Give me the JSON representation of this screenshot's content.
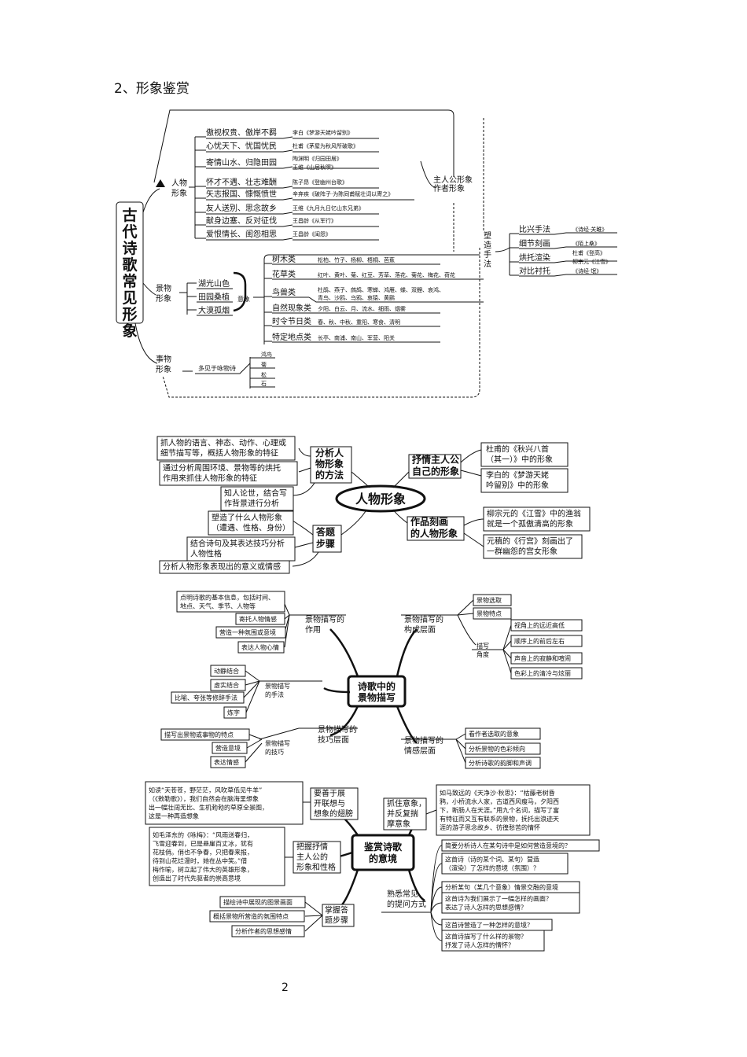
{
  "heading": "2、形象鉴赏",
  "page_number": "2",
  "map1": {
    "root": "古代诗歌常见形象",
    "person": {
      "label": "人物\n形象",
      "items": [
        {
          "trait": "傲视权贵、傲岸不羁",
          "poem": "李白《梦游天姥吟留别》"
        },
        {
          "trait": "心忧天下、忧国忧民",
          "poem": "杜甫《茅屋为秋风所破歌》"
        },
        {
          "trait": "寄情山水、归隐田园",
          "poem": "陶渊明《归园田居》\n王维《山居秋暝》"
        },
        {
          "trait": "怀才不遇、壮志难酬",
          "poem": "陈子昂《登幽州台歌》"
        },
        {
          "trait": "矢志报国、慷慨愤世",
          "poem": "辛弃疾《破阵子·为陈同甫赋壮词以寄之》"
        },
        {
          "trait": "友人送别、思念故乡",
          "poem": "王维《九月九日忆山东兄弟》"
        },
        {
          "trait": "献身边塞、反对征伐",
          "poem": "王昌龄《从军行》"
        },
        {
          "trait": "爱恨情长、闺怨相思",
          "poem": "王昌龄《闺怨》"
        }
      ],
      "side": "主人公形象\n作者形象",
      "shaping": "塑\n造\n手\n法",
      "techniques": [
        {
          "name": "比兴手法",
          "ex": "《诗经·关雎》"
        },
        {
          "name": "细节刻画",
          "ex": "《陌上桑》"
        },
        {
          "name": "烘托渲染",
          "ex": "杜甫《登高》\n柳宗元《江雪》"
        },
        {
          "name": "对比衬托",
          "ex": "《诗经·氓》"
        }
      ]
    },
    "scene": {
      "label": "景物\n形象",
      "types": [
        "湖光山色",
        "田园桑植",
        "大漠孤烟"
      ],
      "center": "意象",
      "items": [
        {
          "cat": "树木类",
          "ex": "松柏、竹子、杨柳、梧桐、芭蕉"
        },
        {
          "cat": "花草类",
          "ex": "红叶、黄叶、菊、红豆、芳草、落花、菊花、梅花、荷花"
        },
        {
          "cat": "鸟兽类",
          "ex": "杜鹃、燕子、鹧鸪、寒蝉、鸿雁、蝶、双鲤、哀鸿、\n青鸟、沙鸥、乌鸦、哀猿、黄鹂"
        },
        {
          "cat": "自然现象类",
          "ex": "夕阳、白云、月、流水、细雨、烟雾"
        },
        {
          "cat": "时令节日类",
          "ex": "春、秋、中秋、重阳、寒食、清明"
        },
        {
          "cat": "特定地点类",
          "ex": "长亭、南浦、南山、军营、阳关"
        }
      ]
    },
    "object": {
      "label": "事物\n形象",
      "note": "多见于咏物诗",
      "items": [
        "鸿鸟",
        "菊",
        "松",
        "石"
      ]
    }
  },
  "map2": {
    "center": "人物形象",
    "method": {
      "title": "分析人\n物形象\n的方法",
      "items": [
        "抓人物的语言、神态、动作、心理或\n细节描写等，概括人物形象的特征",
        "通过分析周围环境、景物等的烘托\n作用来抓住人物形象的特征",
        "知人论世，结合写\n作背景进行分析"
      ]
    },
    "answer": {
      "title": "答题\n步骤",
      "items": [
        "塑造了什么人物形象\n（遭遇、性格、身份）",
        "结合诗句及其表达技巧分析\n人物性格",
        "分析人物形象表现出的意义或情感"
      ]
    },
    "lyric": {
      "title": "抒情主人公\n自己的形象",
      "items": [
        "杜甫的《秋兴八首\n（其一）》中的形象",
        "李白的《梦游天姥\n吟留别》中的形象"
      ]
    },
    "work": {
      "title": "作品刻画\n的人物形象",
      "items": [
        "柳宗元的《江雪》中的渔翁\n就是一个孤傲清高的形象",
        "元稹的《行宫》刻画出了\n一群幽怨的宫女形象"
      ]
    }
  },
  "map3": {
    "center": "诗歌中的\n景物描写",
    "role": {
      "title": "景物描写的\n作用",
      "items": [
        "点明诗歌的基本信息，包括时间、\n地点、天气、季节、人物等",
        "寄托人物情感",
        "营造一种氛围或意境",
        "表达人物心情"
      ]
    },
    "hand": {
      "title": "景物描写\n的手法",
      "items": [
        "动静结合",
        "虚实结合",
        "比喻、夸张等修辞手法",
        "炼字"
      ]
    },
    "skill": {
      "title": "景物描写的\n技巧层面",
      "sub": "景物描写\n的技巧",
      "items": [
        "描写出景物或事物的特点",
        "营造意境",
        "表达情感"
      ]
    },
    "level": {
      "title": "景物描写的\n构成层面",
      "items": [
        "景物选取",
        "景物特点"
      ],
      "angle": "描写\n角度",
      "angles": [
        "视角上的远近高低",
        "顺序上的前后左右",
        "声音上的寂静和喧闹",
        "色彩上的清冷与炫丽"
      ]
    },
    "emotion": {
      "title": "景物描写的\n情感层面",
      "items": [
        "看作者选取的意象",
        "分析景物的色彩倾向",
        "分析诗歌的韵脚和声调"
      ]
    }
  },
  "map4": {
    "center": "鉴赏诗歌\n的意境",
    "imagine": {
      "title": "要善于展\n开联想与\n想象的翅膀",
      "text": "如读“天苍苍，野茫茫，风吹草低见牛羊”\n（《敕勒歌》），我们自然会在脑海里想象\n出一幅壮阔无比、生机勃勃的草原全景图，\n这是一种再造想象"
    },
    "grasp": {
      "title": "把握抒情\n主人公的\n形象和性格",
      "text": "如毛泽东的《咏梅》：“风雨送春归，\n飞雪迎春到，已是悬崖百丈冰，犹有\n花枝俏。俏也不争春，只把春来报，\n待到山花烂漫时，她在丛中笑。”借\n梅作喻，树立起了伟大的英雄形象，\n创造出了时代先驱者的崇高意境"
    },
    "steps": {
      "title": "掌握答\n题步骤",
      "items": [
        "描绘诗中展现的图景画面",
        "概括景物所营造的氛围特点",
        "分析作者的思想感情"
      ]
    },
    "catch": {
      "title": "抓住意象，\n并反复揣\n摩意象",
      "text": "如马致远的《天净沙·秋思》：“枯藤老树昏\n鸦，小桥流水人家，古道西风瘦马，夕阳西\n下，断肠人在天涯。”用九个名词，描写了富\n有特征而又互有联系的景物，抚托出浪迹天\n涯的游子思念故乡、彷徨愁苦的情怀"
    },
    "familiar": {
      "title": "熟悉常见\n的提问方式",
      "items": [
        "简要分析诗人在某句诗中是如何营造意境的？",
        "这首诗（诗的某个词、某句）营造\n（渲染）了怎样的意境（氛围）？",
        "分析某句（某几个意象）情景交融的意境",
        "这首诗为我们展示了一幅怎样的画面？\n表达了诗人怎样的思想感情？",
        "这首诗营造了一种怎样的意境？",
        "这首诗描写了什么样的景物？\n抒发了诗人怎样的情怀？"
      ]
    }
  }
}
